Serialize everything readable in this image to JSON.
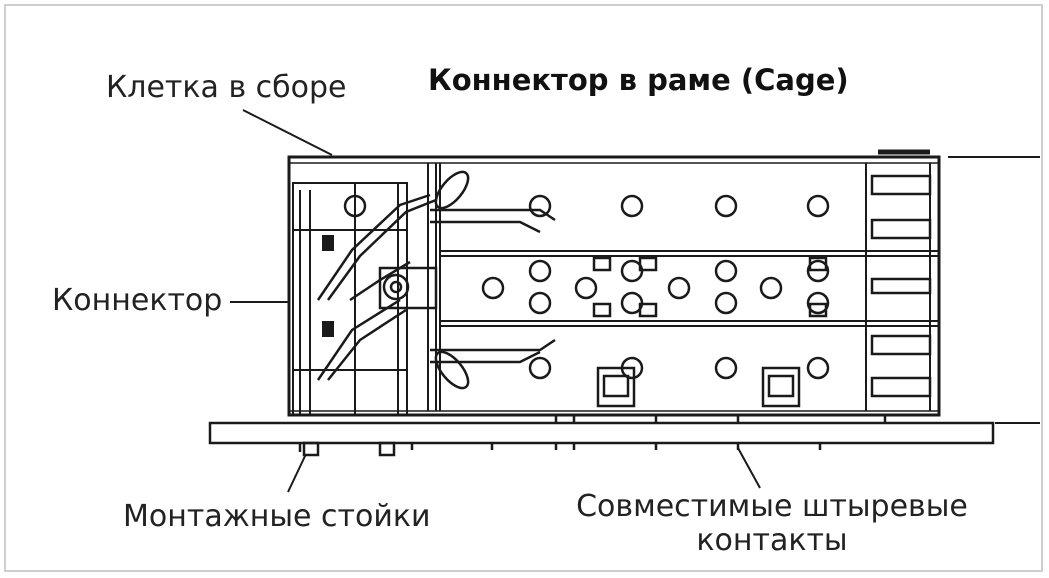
{
  "title": "Коннектор в раме (Cage)",
  "labels": {
    "cage_assembly": "Клетка в сборе",
    "connector": "Коннектор",
    "mounting_posts": "Монтажные стойки",
    "pins_line1": "Совместимые штыревые",
    "pins_line2": "контакты"
  },
  "colors": {
    "line": "#1a1a1a",
    "text": "#222222",
    "frame": "#cfcfcf"
  }
}
